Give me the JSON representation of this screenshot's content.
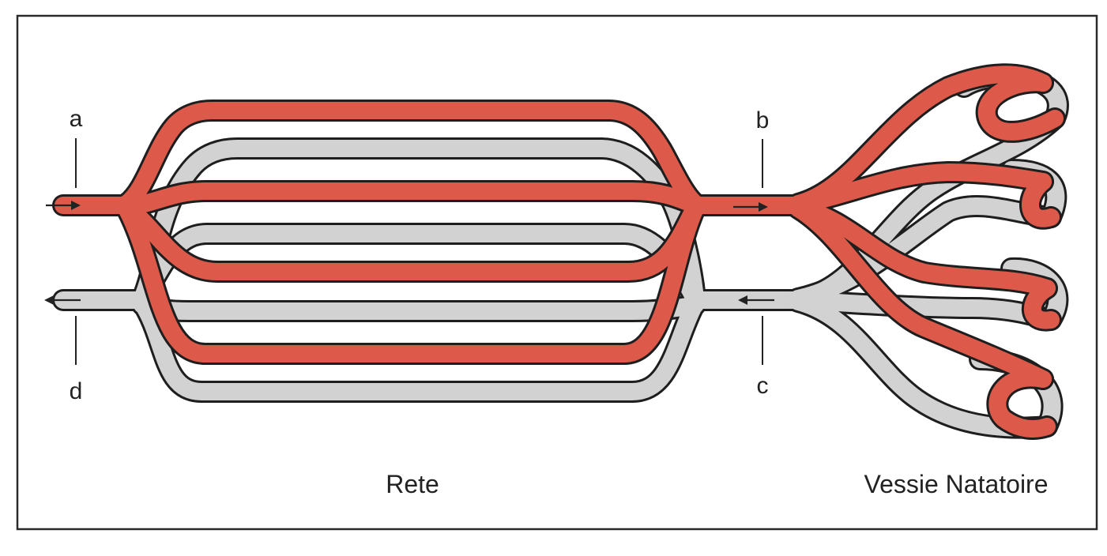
{
  "colors": {
    "artery": "#dd5a4a",
    "vein": "#d2d2d2",
    "outline": "#1e1e1e",
    "frame": "#2a2a2a",
    "background": "#ffffff"
  },
  "points": {
    "a": "a",
    "b": "b",
    "c": "c",
    "d": "d"
  },
  "captions": {
    "rete": "Rete",
    "swim_bladder": "Vessie Natatoire"
  },
  "flow": {
    "inflow_arrow": "arrow-right-icon",
    "outflow_arrow": "arrow-left-icon"
  }
}
